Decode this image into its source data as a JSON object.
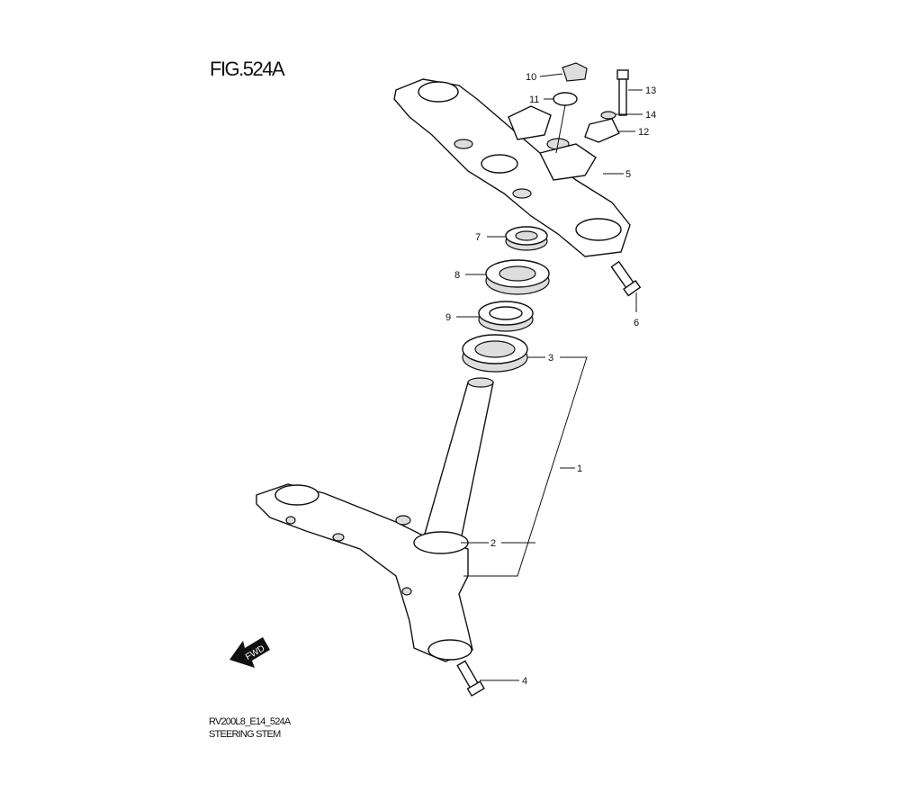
{
  "figure": {
    "title": "FIG.524A",
    "code": "RV200L8_E14_524A",
    "name": "STEERING STEM",
    "fwd_label": "FWD"
  },
  "callouts": {
    "c1": "1",
    "c2": "2",
    "c3": "3",
    "c4": "4",
    "c5": "5",
    "c6": "6",
    "c7": "7",
    "c8": "8",
    "c9": "9",
    "c10": "10",
    "c11": "11",
    "c12": "12",
    "c13": "13",
    "c14": "14"
  }
}
